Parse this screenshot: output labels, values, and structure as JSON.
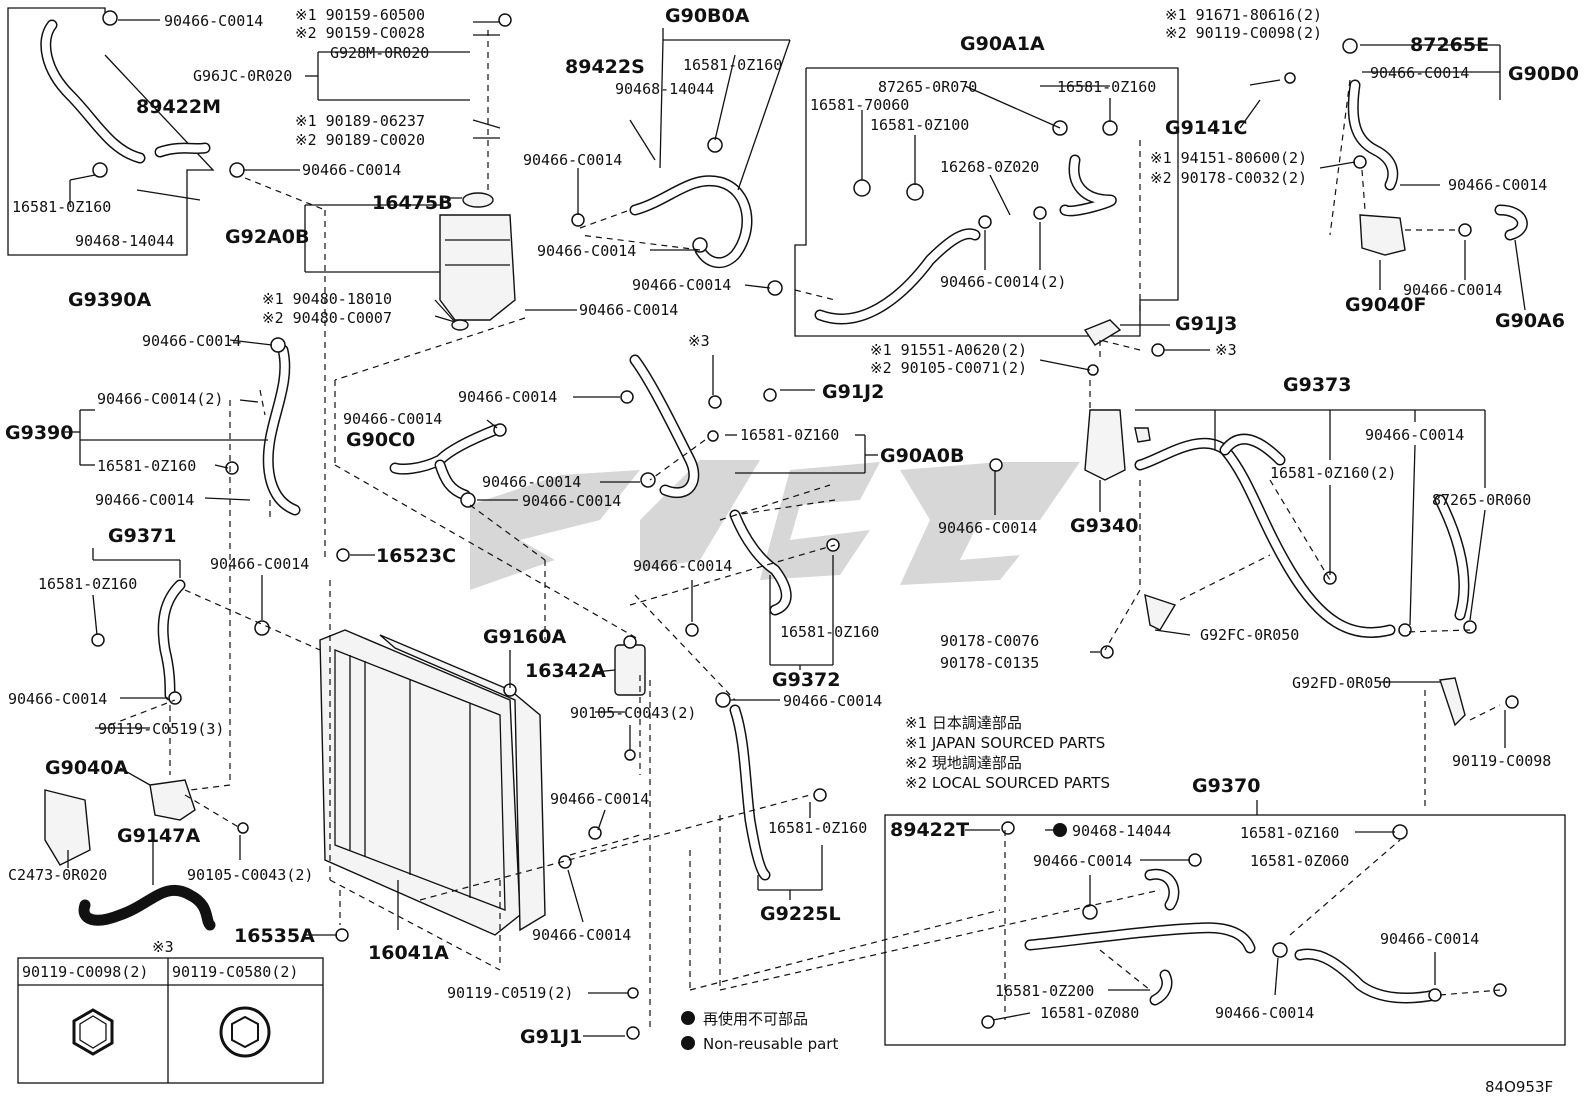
{
  "diagram_code": "84O953F",
  "notes": {
    "n1_jp": "※1 日本調達部品",
    "n1_en": "※1 JAPAN SOURCED PARTS",
    "n2_jp": "※2 現地調達部品",
    "n2_en": "※2 LOCAL SOURCED PARTS",
    "nonreuse_jp": "再使用不可部品",
    "nonreuse_en": "Non-reusable part"
  },
  "bolt_table": {
    "marker": "※3",
    "col1": "90119-C0098(2)",
    "col2": "90119-C0580(2)"
  },
  "labels": [
    "90466-C0014",
    "89422M",
    "16581-0Z160",
    "90468-14044",
    "G9390A",
    "※1 90159-60500",
    "※2 90159-C0028",
    "G928M-0R020",
    "G96JC-0R020",
    "※1 90189-06237",
    "※2 90189-C0020",
    "90466-C0014",
    "16475B",
    "G92A0B",
    "※1 90480-18010",
    "※2 90480-C0007",
    "90466-C0014",
    "G90B0A",
    "89422S",
    "16581-0Z160",
    "90468-14044",
    "90466-C0014",
    "90466-C0014",
    "G90A1A",
    "87265-0R070",
    "16581-0Z160",
    "16581-70060",
    "16581-0Z100",
    "16268-0Z020",
    "90466-C0014(2)",
    "90466-C0014",
    "※1 91671-80616(2)",
    "※2 90119-C0098(2)",
    "87265E",
    "90466-C0014",
    "G90D0",
    "G9141C",
    "※1 94151-80600(2)",
    "※2 90178-C0032(2)",
    "90466-C0014",
    "G9040F",
    "90466-C0014",
    "G90A6",
    "G91J3",
    "※1 91551-A0620(2)",
    "※2 90105-C0071(2)",
    "※3",
    "90466-C0014",
    "G9390",
    "90466-C0014(2)",
    "16581-0Z160",
    "90466-C0014",
    "※3",
    "G91J2",
    "90466-C0014",
    "90466-C0014",
    "G90C0",
    "16581-0Z160",
    "G90A0B",
    "90466-C0014",
    "90466-C0014",
    "G9373",
    "90466-C0014",
    "16581-0Z160(2)",
    "87265-0R060",
    "90466-C0014",
    "G9340",
    "G9371",
    "16581-0Z160",
    "90466-C0014",
    "16523C",
    "90466-C0014",
    "16581-0Z160",
    "G9372",
    "90178-C0076",
    "90178-C0135",
    "G92FC-0R050",
    "90466-C0014",
    "G9160A",
    "16342A",
    "90466-C0014",
    "90105-C0043(2)",
    "G92FD-0R050",
    "90119-C0519(3)",
    "G9040A",
    "90466-C0014",
    "90119-C0098",
    "G9147A",
    "16581-0Z160",
    "G9370",
    "C2473-0R020",
    "90105-C0043(2)",
    "89422T",
    "90468-14044",
    "16581-0Z160",
    "90466-C0014",
    "16581-0Z060",
    "G9225L",
    "90466-C0014",
    "16535A",
    "16041A",
    "90466-C0014",
    "16581-0Z200",
    "16581-0Z080",
    "90466-C0014",
    "90119-C0519(2)",
    "G91J1"
  ]
}
